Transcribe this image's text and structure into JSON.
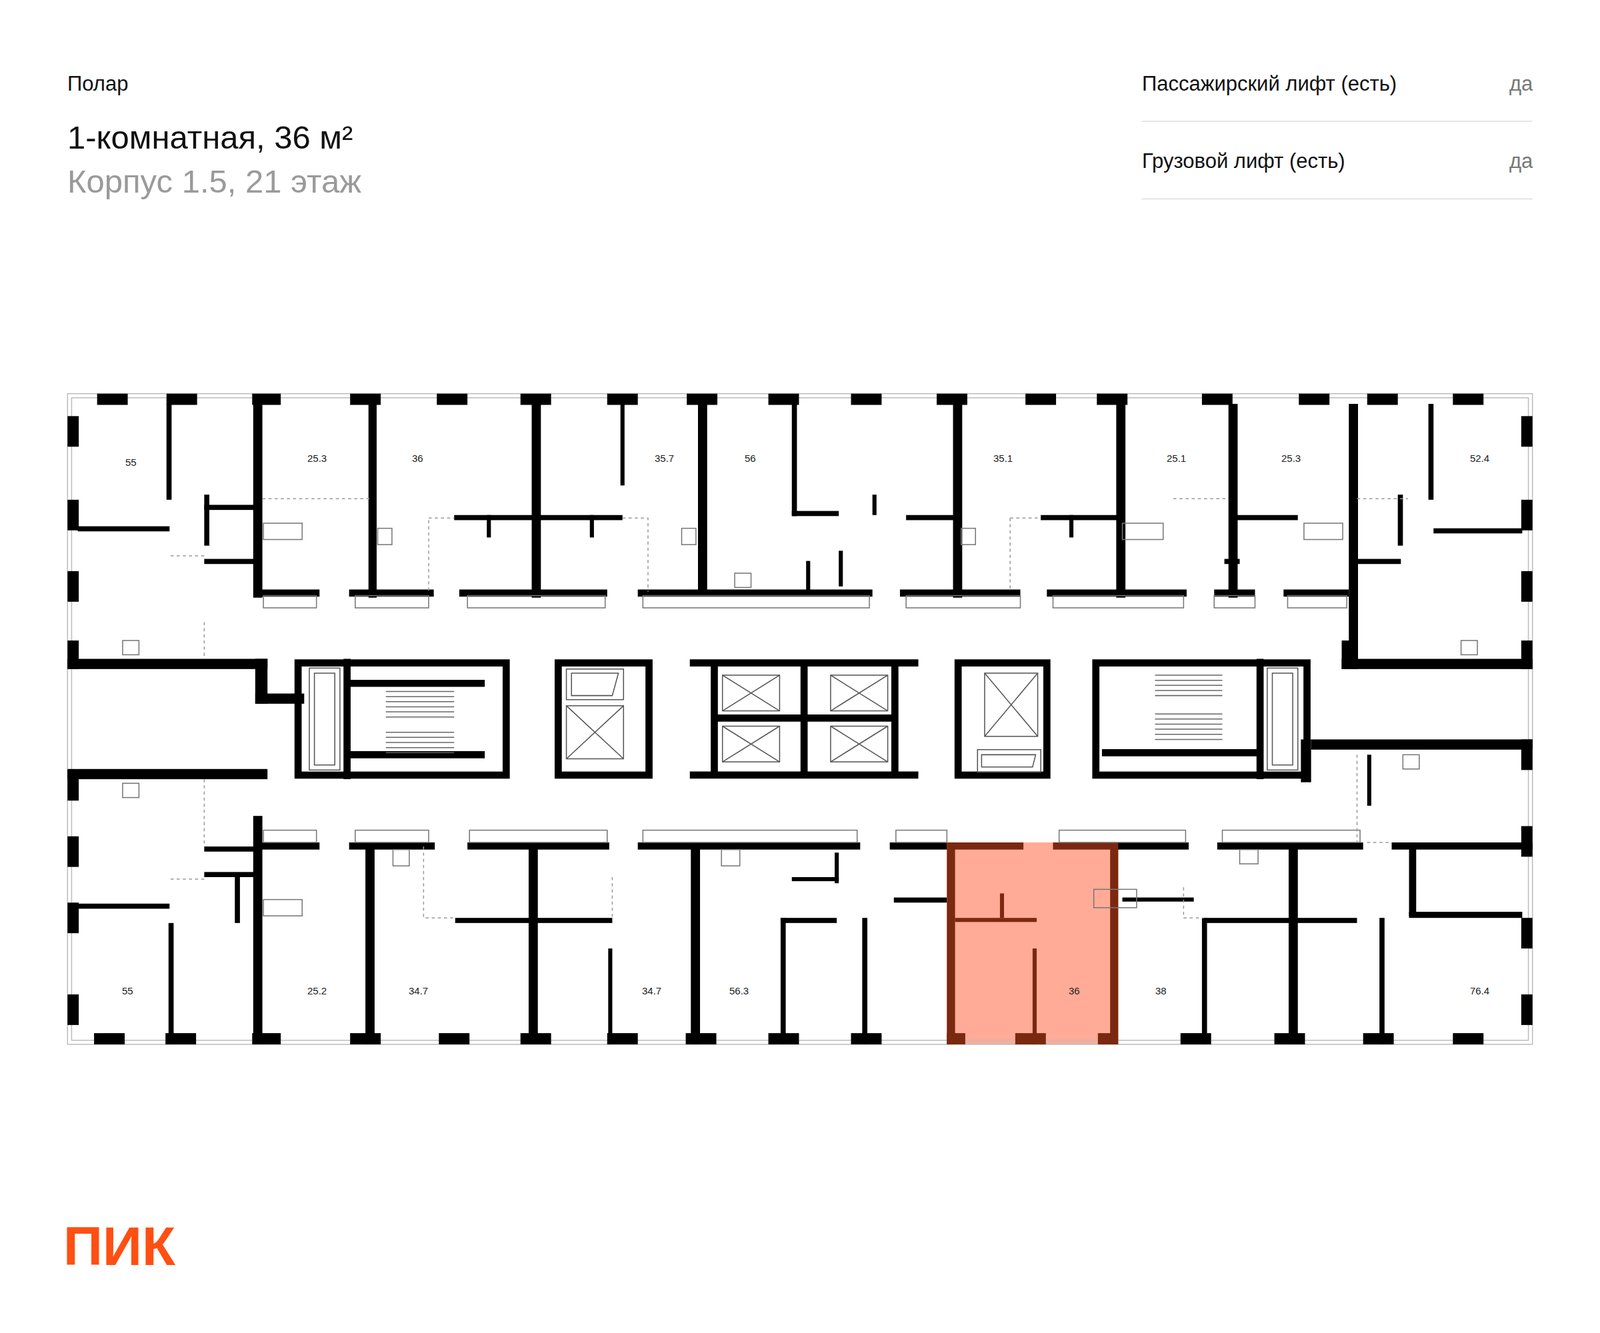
{
  "diagram": {
    "title": "1-комнатная, 36 м²",
    "labels": [
      "Полар",
      "Корпус 1.5, 21 этаж",
      "Пассажирский лифт (есть)",
      "да",
      "Грузовой лифт (есть)",
      "да",
      "55",
      "25.3",
      "36",
      "35.7",
      "56",
      "35.1",
      "25.1",
      "25.3",
      "52.4",
      "55",
      "25.2",
      "34.7",
      "34.7",
      "56.3",
      "36",
      "38",
      "76.4",
      "ПИК"
    ]
  }
}
